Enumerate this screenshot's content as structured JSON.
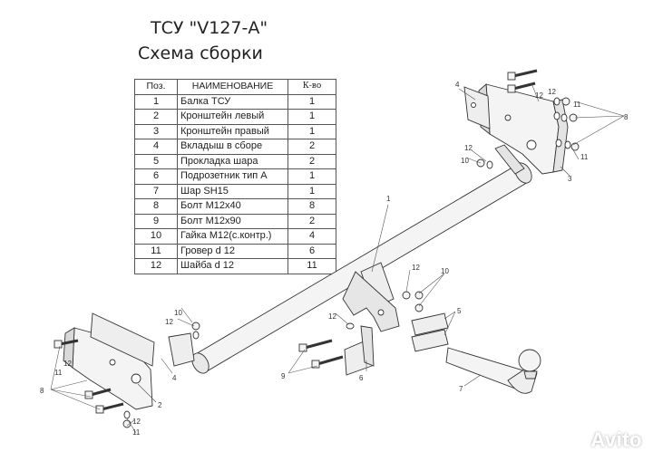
{
  "title": "ТСУ \"V127-А\"",
  "subtitle": "Схема сборки",
  "table": {
    "headers": {
      "pos": "Поз.",
      "name": "НАИМЕНОВАНИЕ",
      "qty": "К-во"
    },
    "rows": [
      {
        "pos": "1",
        "name": "Балка ТСУ",
        "qty": "1"
      },
      {
        "pos": "2",
        "name": "Кронштейн левый",
        "qty": "1"
      },
      {
        "pos": "3",
        "name": "Кронштейн правый",
        "qty": "1"
      },
      {
        "pos": "4",
        "name": "Вкладыш в сборе",
        "qty": "2"
      },
      {
        "pos": "5",
        "name": "Прокладка шара",
        "qty": "2"
      },
      {
        "pos": "6",
        "name": "Подрозетник тип А",
        "qty": "1"
      },
      {
        "pos": "7",
        "name": "Шар SH15",
        "qty": "1"
      },
      {
        "pos": "8",
        "name": "Болт М12х40",
        "qty": "8"
      },
      {
        "pos": "9",
        "name": "Болт М12х90",
        "qty": "2"
      },
      {
        "pos": "10",
        "name": "Гайка М12(с.контр.)",
        "qty": "4"
      },
      {
        "pos": "11",
        "name": "Гровер d 12",
        "qty": "6"
      },
      {
        "pos": "12",
        "name": "Шайба d 12",
        "qty": "11"
      }
    ]
  },
  "callouts": {
    "c1": "1",
    "c2": "2",
    "c3": "3",
    "c4": "4",
    "c4b": "4",
    "c5": "5",
    "c6": "6",
    "c7": "7",
    "c8": "8",
    "c8b": "8",
    "c9": "9",
    "c10a": "10",
    "c10b": "10",
    "c10c": "10",
    "c11a": "11",
    "c11b": "11",
    "c11c": "11",
    "c11d": "11",
    "c12a": "12",
    "c12b": "12",
    "c12c": "12",
    "c12d": "12",
    "c12e": "12",
    "c12f": "12",
    "c12g": "12",
    "c12h": "12"
  },
  "watermark": "Avito",
  "colors": {
    "line": "#333333",
    "part_fill": "#f4f4f4",
    "shade": "#d9d9d9"
  }
}
